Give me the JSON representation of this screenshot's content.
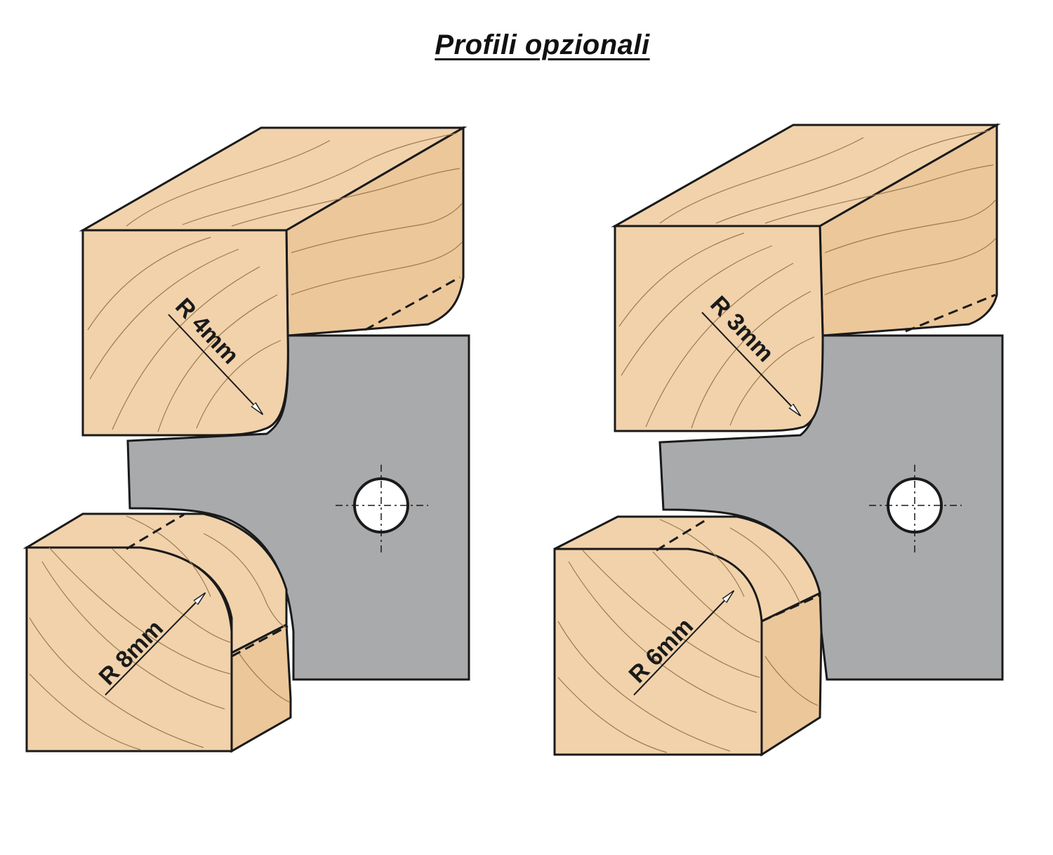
{
  "title": "Profili opzionali",
  "colors": {
    "wood": "#f1d2ab",
    "wood_dark": "#e8c294",
    "grain": "#9b7a52",
    "metal": "#a9aaac",
    "outline": "#1a1a1a"
  },
  "profiles": [
    {
      "id": "left",
      "top_radius": "R 4mm",
      "bottom_radius": "R 8mm"
    },
    {
      "id": "right",
      "top_radius": "R 3mm",
      "bottom_radius": "R 6mm"
    }
  ]
}
